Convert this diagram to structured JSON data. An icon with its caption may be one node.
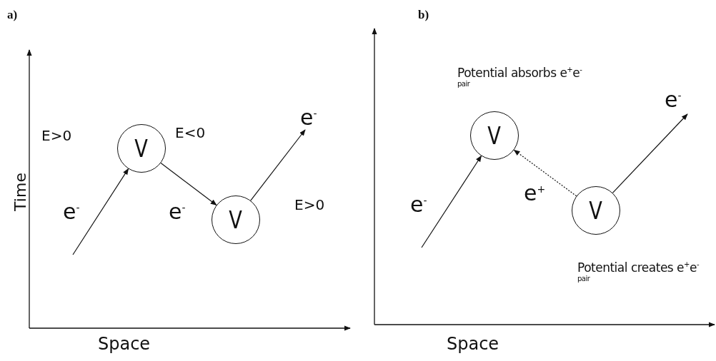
{
  "diagram": {
    "nodes": [
      {
        "text": [
          "V"
        ]
      },
      {
        "text": [
          "V"
        ]
      },
      {
        "text": [
          "V"
        ],
        "beside": [
          "Potential absorbs e$^{+}$e$^{-}$ $^{pair}$"
        ]
      },
      {
        "text": [
          "V"
        ],
        "beside": [
          "Potential creates e$^{+}$e$^{-}$ $^{pair}$"
        ]
      }
    ],
    "edges": [
      {
        "from": null,
        "to": 0,
        "arrow": "to",
        "label": "e$^{-}$"
      },
      {
        "from": 0,
        "to": 1,
        "arrow": "to",
        "label": "e$^{-}$"
      },
      {
        "from": 1,
        "to": null,
        "arrow": "to",
        "label": "e$^{-}$"
      },
      {
        "from": null,
        "to": 2,
        "arrow": "to",
        "label": "e$^{-}$"
      },
      {
        "from": 3,
        "to": 2,
        "arrow": "to",
        "label": "e$^{+}$",
        "style": "dashed"
      },
      {
        "from": 3,
        "to": null,
        "arrow": "to",
        "label": "e$^{-}$"
      }
    ],
    "labels": [
      "a)",
      "b)",
      "Time",
      "E>0",
      "E<0",
      "E>0",
      "Space",
      "Space"
    ]
  }
}
